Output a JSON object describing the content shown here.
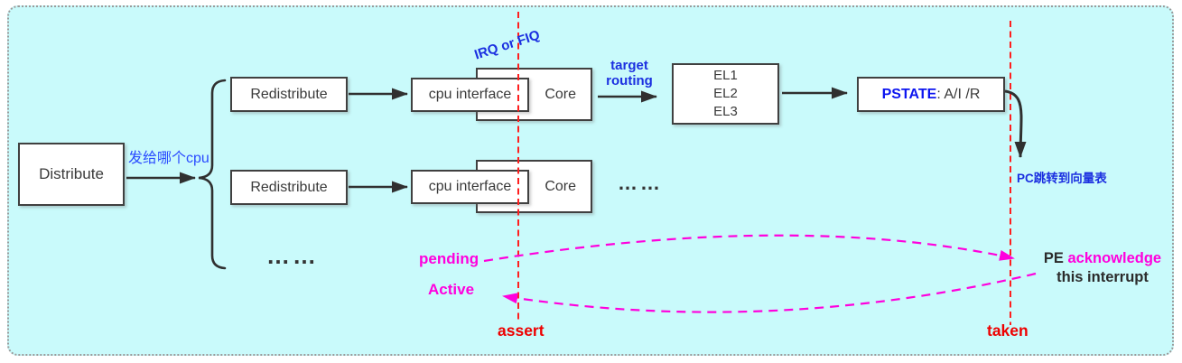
{
  "diagram": {
    "boxes": {
      "distribute": "Distribute",
      "redistribute_top": "Redistribute",
      "redistribute_bottom": "Redistribute",
      "cpu_interface_top": "cpu interface",
      "core_top": "Core",
      "cpu_interface_bottom": "cpu interface",
      "core_bottom": "Core",
      "el_lines": [
        "EL1",
        "EL2",
        "EL3"
      ],
      "pstate_label": "PSTATE",
      "pstate_value": ": A/I /R"
    },
    "labels": {
      "which_cpu": "发给哪个cpu",
      "irq_or_fiq": "IRQ or FIQ",
      "target_line1": "target",
      "target_line2": "routing",
      "pc_jump": "PC跳转到向量表",
      "pending": "pending",
      "active": "Active",
      "assert": "assert",
      "taken": "taken",
      "pe": "PE",
      "acknowledge": "acknowledge",
      "this_interrupt": "this interrupt",
      "ellipsis_left": "……",
      "ellipsis_right": "……"
    },
    "colors": {
      "background": "#c9fafb",
      "blue_text": "#1b2fe0",
      "cjk_blue": "#2a4bff",
      "magenta": "#ff00dd",
      "red_line": "#ff1e1e",
      "red_text": "#ee0000",
      "box_border": "#404040",
      "arrow_dark": "#303030"
    }
  }
}
